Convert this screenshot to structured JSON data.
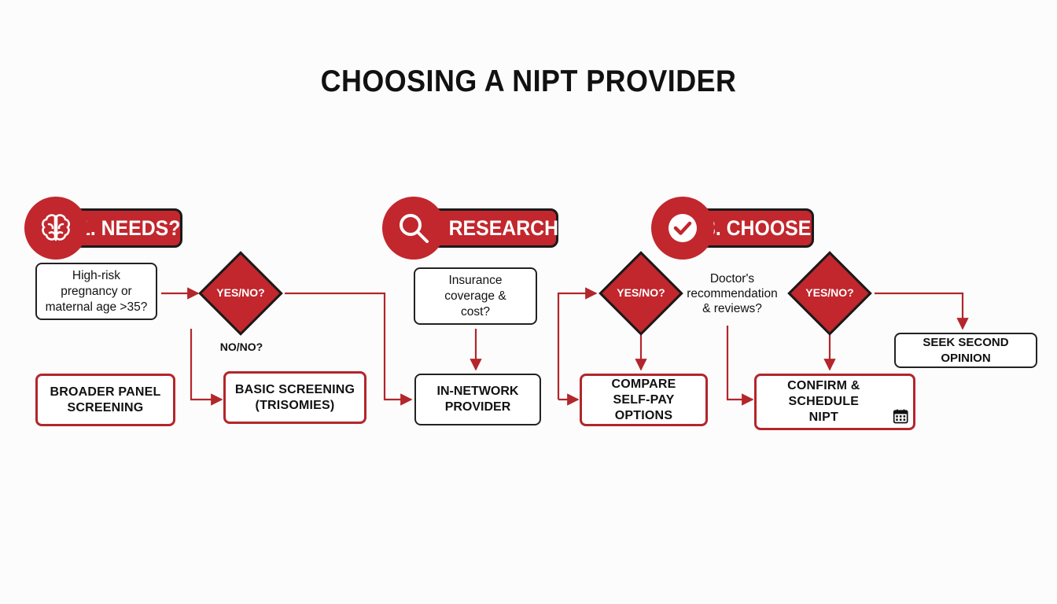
{
  "title": "CHOOSING A NIPT PROVIDER",
  "colors": {
    "accent": "#c1272d",
    "outline": "#1a1a1a",
    "arrow": "#b3262b"
  },
  "steps": [
    {
      "label": "1. NEEDS?",
      "icon": "brain-icon"
    },
    {
      "label": "2. RESEARCH",
      "icon": "magnifier-icon"
    },
    {
      "label": "3. CHOOSE",
      "icon": "checkmark-icon"
    }
  ],
  "questions": {
    "needs": "High-risk\npregnancy or\nmaternal age >35?",
    "research": "Insurance\ncoverage &\ncost?",
    "choose": "Doctor's\nrecommendation\n& reviews?"
  },
  "decisions": [
    "YES/NO?",
    "YES/NO?",
    "YES/NO?"
  ],
  "branch_label": "NO/NO?",
  "outcomes": {
    "broader_panel": "BROADER PANEL\nSCREENING",
    "basic_screening": "BASIC SCREENING\n(TRISOMIES)",
    "in_network": "IN-NETWORK\nPROVIDER",
    "compare_self_pay": "COMPARE\nSELF-PAY OPTIONS",
    "confirm_schedule": "CONFIRM & SCHEDULE\nNIPT",
    "second_opinion": "SEEK SECOND OPINION"
  },
  "calendar_icon": "calendar-icon"
}
